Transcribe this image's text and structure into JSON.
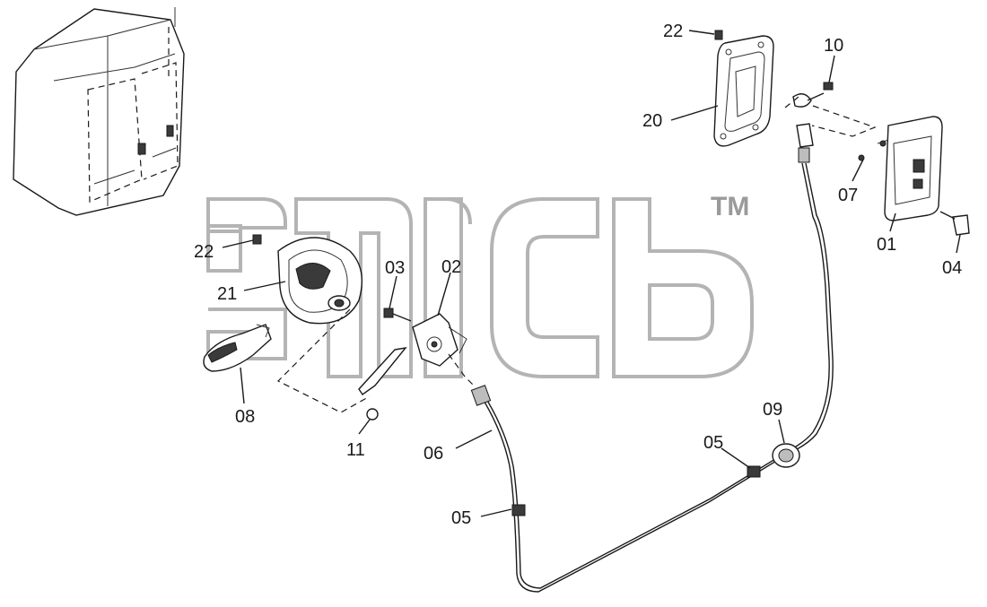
{
  "watermark": {
    "trademark": "TM"
  },
  "callouts": {
    "p01": "01",
    "p02": "02",
    "p03": "03",
    "p04": "04",
    "p05a": "05",
    "p05b": "05",
    "p06": "06",
    "p07": "07",
    "p08": "08",
    "p09": "09",
    "p10": "10",
    "p11": "11",
    "p20": "20",
    "p21": "21",
    "p22a": "22",
    "p22b": "22"
  },
  "colors": {
    "line": "#1a1a1a",
    "watermark": "#b4b4b4",
    "background": "#ffffff"
  }
}
